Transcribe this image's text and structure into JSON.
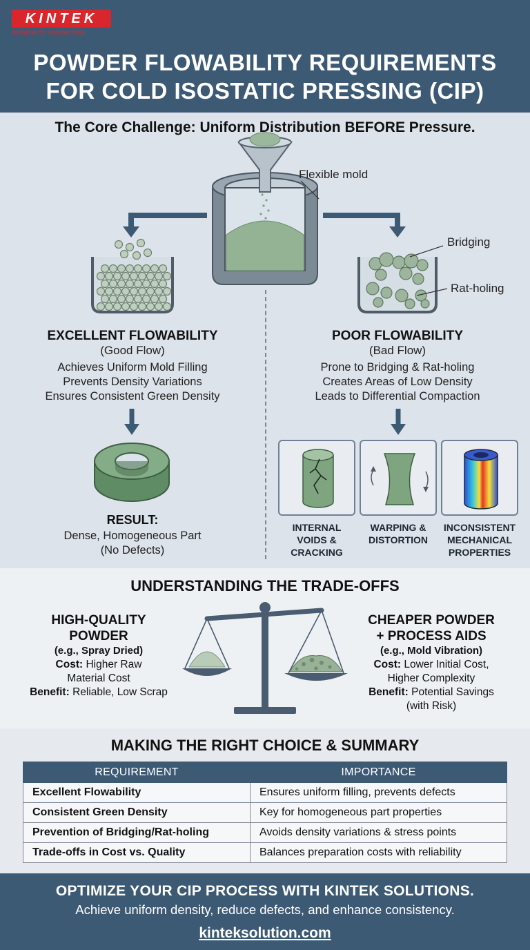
{
  "brand": {
    "logo": "KINTEK",
    "tagline": "Solution for researching"
  },
  "title": {
    "line1": "POWDER FLOWABILITY REQUIREMENTS",
    "line2": "FOR COLD ISOSTATIC PRESSING (CIP)"
  },
  "challenge": {
    "heading": "The Core Challenge: Uniform Distribution BEFORE Pressure.",
    "mold_label": "Flexible mold",
    "bridging_label": "Bridging",
    "ratholing_label": "Rat-holing"
  },
  "good": {
    "title": "EXCELLENT FLOWABILITY",
    "subtitle": "(Good Flow)",
    "points": [
      "Achieves Uniform Mold Filling",
      "Prevents Density Variations",
      "Ensures Consistent Green Density"
    ],
    "result_title": "RESULT:",
    "result_lines": [
      "Dense, Homogeneous Part",
      "(No Defects)"
    ]
  },
  "poor": {
    "title": "POOR FLOWABILITY",
    "subtitle": "(Bad Flow)",
    "points": [
      "Prone to Bridging & Rat-holing",
      "Creates Areas of Low Density",
      "Leads to Differential Compaction"
    ],
    "defects": [
      {
        "lines": [
          "INTERNAL",
          "VOIDS &",
          "CRACKING"
        ],
        "icon": "cracked-cylinder-icon"
      },
      {
        "lines": [
          "WARPING &",
          "DISTORTION"
        ],
        "icon": "warped-part-icon"
      },
      {
        "lines": [
          "INCONSISTENT",
          "MECHANICAL",
          "PROPERTIES"
        ],
        "icon": "density-heatmap-icon"
      }
    ]
  },
  "tradeoffs": {
    "heading": "UNDERSTANDING THE TRADE-OFFS",
    "left": {
      "title_lines": [
        "HIGH-QUALITY",
        "POWDER"
      ],
      "example": "(e.g., Spray Dried)",
      "cost_label": "Cost:",
      "cost_lines": [
        " Higher Raw",
        "Material Cost"
      ],
      "benefit_label": "Benefit:",
      "benefit_lines": [
        " Reliable, Low Scrap"
      ]
    },
    "right": {
      "title_lines": [
        "CHEAPER POWDER",
        "+ PROCESS AIDS"
      ],
      "example": "(e.g., Mold Vibration)",
      "cost_label": "Cost:",
      "cost_lines": [
        " Lower Initial Cost,",
        "Higher Complexity"
      ],
      "benefit_label": "Benefit:",
      "benefit_lines": [
        " Potential Savings",
        "(with Risk)"
      ]
    }
  },
  "summary": {
    "heading": "MAKING THE RIGHT CHOICE & SUMMARY",
    "columns": [
      "REQUIREMENT",
      "IMPORTANCE"
    ],
    "rows": [
      [
        "Excellent Flowability",
        "Ensures uniform filling, prevents defects"
      ],
      [
        "Consistent Green Density",
        "Key for homogeneous part properties"
      ],
      [
        "Prevention of Bridging/Rat-holing",
        "Avoids density variations & stress points"
      ],
      [
        "Trade-offs in Cost vs. Quality",
        "Balances preparation costs with reliability"
      ]
    ]
  },
  "footer": {
    "headline": "OPTIMIZE YOUR CIP PROCESS WITH KINTEK SOLUTIONS.",
    "subline": "Achieve uniform density, reduce defects, and enhance consistency.",
    "link": "kinteksolution.com"
  },
  "colors": {
    "header": "#3d5a75",
    "powder": "#8fae8f",
    "part": "#6f9c73",
    "brand_red": "#d9262d"
  }
}
